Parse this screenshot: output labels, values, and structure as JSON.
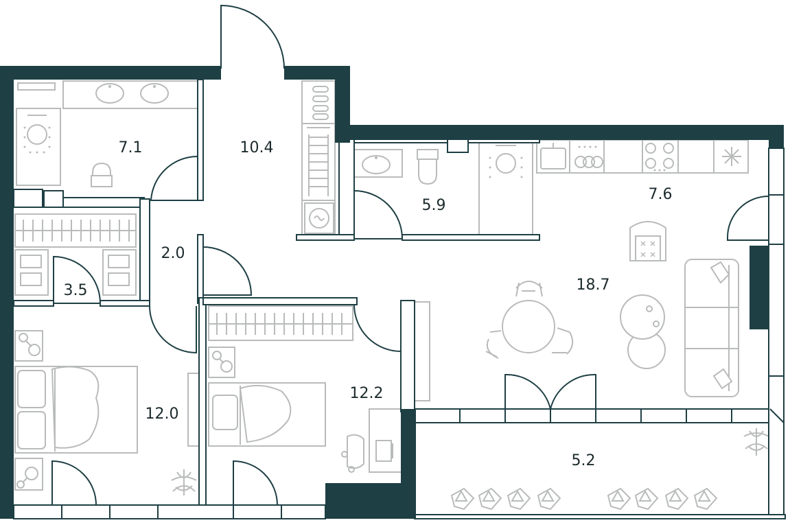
{
  "plan": {
    "wall_color": "#1e3f44",
    "furniture_color": "#b9bbbb",
    "rooms": [
      {
        "id": "bathroom-1",
        "area": "7.1"
      },
      {
        "id": "hallway",
        "area": "10.4"
      },
      {
        "id": "bathroom-2",
        "area": "5.9"
      },
      {
        "id": "kitchen",
        "area": "7.6"
      },
      {
        "id": "corridor",
        "area": "2.0"
      },
      {
        "id": "closet",
        "area": "3.5"
      },
      {
        "id": "living-room",
        "area": "18.7"
      },
      {
        "id": "bedroom-1",
        "area": "12.0"
      },
      {
        "id": "bedroom-2",
        "area": "12.2"
      },
      {
        "id": "balcony",
        "area": "5.2"
      }
    ]
  }
}
